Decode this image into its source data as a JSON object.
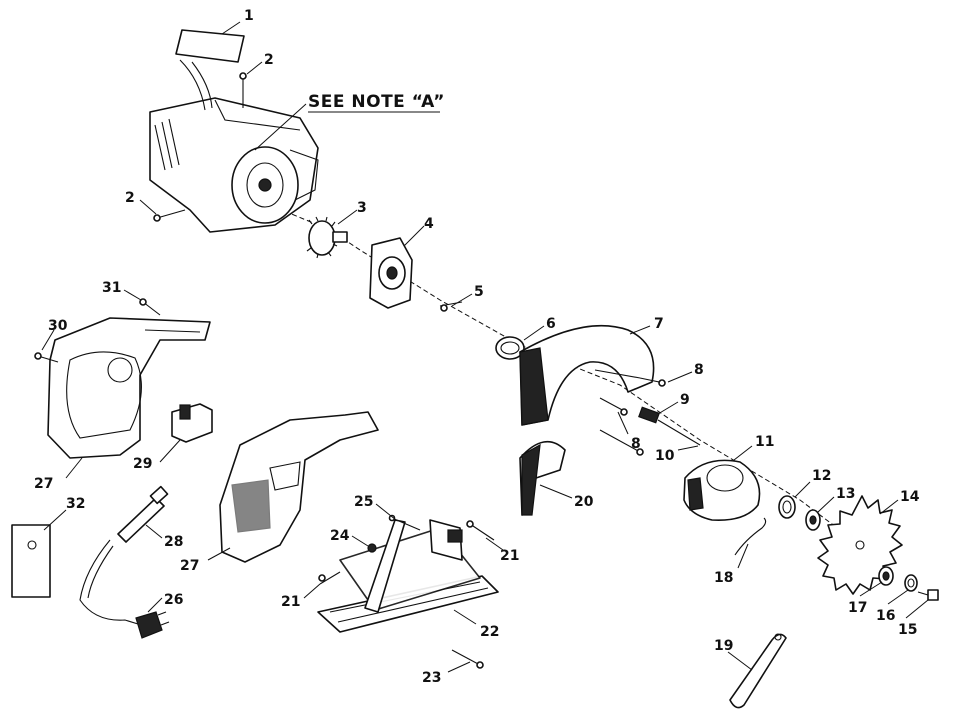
{
  "note": "SEE NOTE “A”",
  "callouts": [
    "1",
    "2",
    "2",
    "3",
    "4",
    "5",
    "6",
    "7",
    "8",
    "8",
    "9",
    "10",
    "11",
    "12",
    "13",
    "14",
    "15",
    "16",
    "17",
    "18",
    "19",
    "20",
    "21",
    "21",
    "22",
    "23",
    "24",
    "25",
    "26",
    "27",
    "27",
    "28",
    "29",
    "30",
    "31",
    "32"
  ]
}
